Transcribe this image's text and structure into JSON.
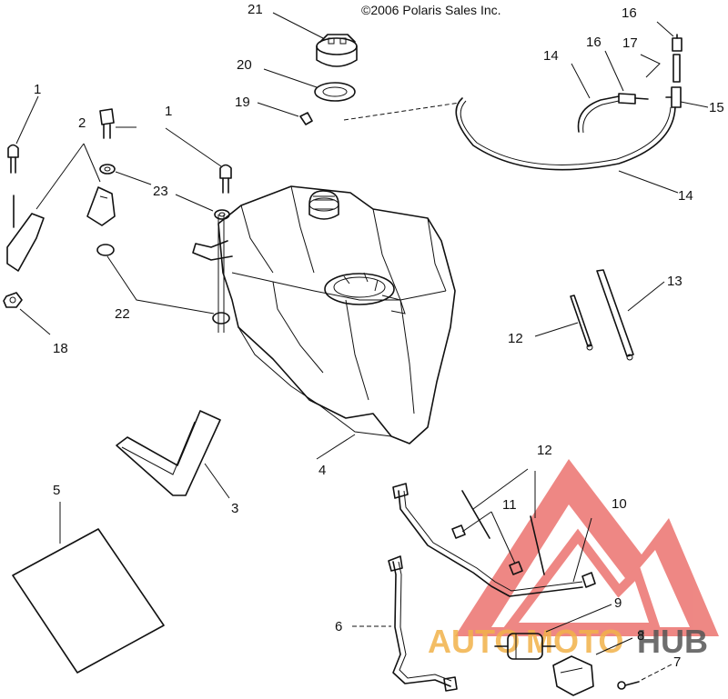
{
  "copyright": "©2006 Polaris Sales Inc.",
  "watermark": {
    "text_a": "AUTO",
    "text_b": "MOTO",
    "text_c": "HUB",
    "color_red": "#e85a55",
    "color_orange": "#f2b24a",
    "color_gray": "#555555"
  },
  "callouts": {
    "c1a": "1",
    "c1b": "1",
    "c2": "2",
    "c3": "3",
    "c4": "4",
    "c5": "5",
    "c6": "6",
    "c7": "7",
    "c8": "8",
    "c9": "9",
    "c10": "10",
    "c11": "11",
    "c12a": "12",
    "c12b": "12",
    "c13": "13",
    "c14a": "14",
    "c14b": "14",
    "c15": "15",
    "c16a": "16",
    "c16b": "16",
    "c17": "17",
    "c18": "18",
    "c19": "19",
    "c20": "20",
    "c21": "21",
    "c22": "22",
    "c23": "23"
  }
}
